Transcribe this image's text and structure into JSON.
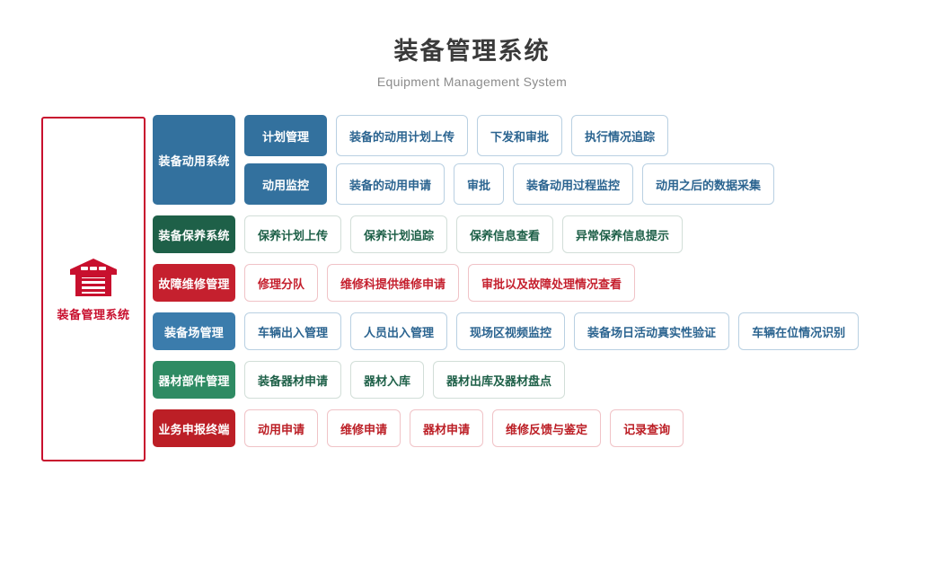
{
  "header": {
    "title_cn": "装备管理系统",
    "title_en": "Equipment Management System"
  },
  "root": {
    "label": "装备管理系统",
    "icon": "warehouse-icon",
    "border_color": "#c8102e",
    "text_color": "#c8102e"
  },
  "colors": {
    "blue": "#33719e",
    "dark_green": "#1e6048",
    "red": "#c5202e",
    "blue_alt": "#3b7cac",
    "green_alt": "#2e8b63",
    "red_alt": "#bc1f26",
    "leaf_blue_border": "#b9d0e2",
    "leaf_green_border": "#d2ded8",
    "leaf_red_border": "#f0c3c7",
    "title_color": "#3a3a3a",
    "subtitle_color": "#8b8b8b"
  },
  "rows": [
    {
      "category": "装备动用系统",
      "theme": "blue",
      "branches": [
        {
          "sub": "计划管理",
          "leaves": [
            "装备的动用计划上传",
            "下发和审批",
            "执行情况追踪"
          ]
        },
        {
          "sub": "动用监控",
          "leaves": [
            "装备的动用申请",
            "审批",
            "装备动用过程监控",
            "动用之后的数据采集"
          ]
        }
      ]
    },
    {
      "category": "装备保养系统",
      "theme": "green",
      "branches": [
        {
          "sub": null,
          "leaves": [
            "保养计划上传",
            "保养计划追踪",
            "保养信息查看",
            "异常保养信息提示"
          ]
        }
      ]
    },
    {
      "category": "故障维修管理",
      "theme": "red",
      "branches": [
        {
          "sub": null,
          "leaves": [
            "修理分队",
            "维修科提供维修申请",
            "审批以及故障处理情况查看"
          ]
        }
      ]
    },
    {
      "category": "装备场管理",
      "theme": "blue2",
      "branches": [
        {
          "sub": null,
          "leaves": [
            "车辆出入管理",
            "人员出入管理",
            "现场区视频监控",
            "装备场日活动真实性验证",
            "车辆在位情况识别"
          ]
        }
      ]
    },
    {
      "category": "器材部件管理",
      "theme": "green2",
      "branches": [
        {
          "sub": null,
          "leaves": [
            "装备器材申请",
            "器材入库",
            "器材出库及器材盘点"
          ]
        }
      ]
    },
    {
      "category": "业务申报终端",
      "theme": "red2",
      "branches": [
        {
          "sub": null,
          "leaves": [
            "动用申请",
            "维修申请",
            "器材申请",
            "维修反馈与鉴定",
            "记录查询"
          ]
        }
      ]
    }
  ]
}
